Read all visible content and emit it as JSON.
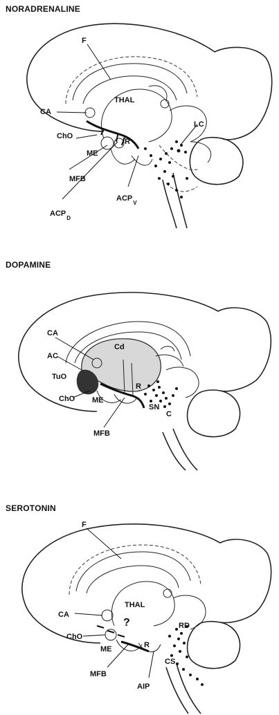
{
  "panels": [
    {
      "id": "noradrenaline",
      "title": "NORADRENALINE",
      "labels": {
        "F": "F",
        "THAL": "THAL",
        "CA": "CA",
        "LC": "LC",
        "ChO": "ChO",
        "R": "R",
        "ME": "ME",
        "MFB": "MFB",
        "ACP_V_main": "ACP",
        "ACP_V_sub": "V",
        "ACP_D_main": "ACP",
        "ACP_D_sub": "D"
      }
    },
    {
      "id": "dopamine",
      "title": "DOPAMINE",
      "labels": {
        "CA": "CA",
        "Cd": "Cd",
        "AC": "AC",
        "TuO": "TuO",
        "R": "R",
        "ChO": "ChO",
        "ME": "ME",
        "SN": "SN",
        "C": "C",
        "MFB": "MFB"
      }
    },
    {
      "id": "serotonin",
      "title": "SEROTONIN",
      "labels": {
        "F": "F",
        "THAL": "THAL",
        "CA": "CA",
        "Q": "?",
        "RD": "RD",
        "ChO": "ChO",
        "R": "R",
        "ME": "ME",
        "CS": "CS",
        "MFB": "MFB",
        "AIP": "AIP"
      }
    }
  ]
}
